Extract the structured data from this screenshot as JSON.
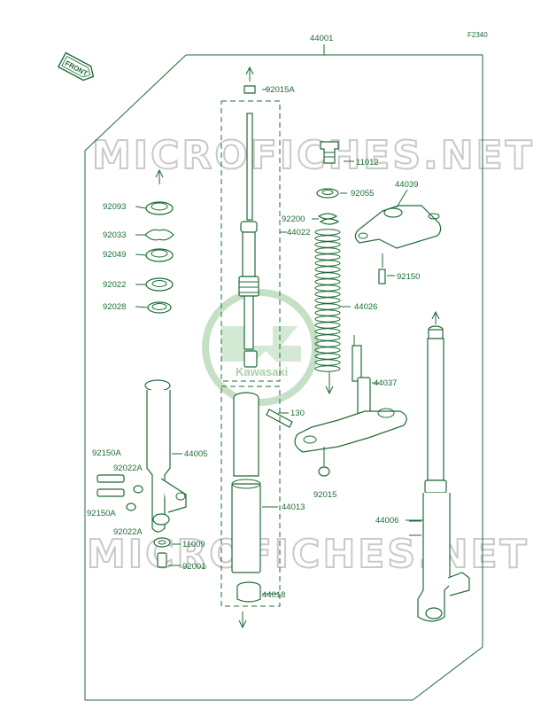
{
  "diagram": {
    "drawing_code": "F2340",
    "assembly_number": "44001",
    "front_label": "FRONT",
    "watermark_text": "MICROFICHES.NET",
    "logo_text": "Kawasaki",
    "line_color": "#1e6b35",
    "parts": {
      "p92015A": "92015A",
      "p92093": "92093",
      "p92033": "92033",
      "p92049": "92049",
      "p92022": "92022",
      "p92028": "92028",
      "p44022": "44022",
      "p11012": "11012",
      "p92055": "92055",
      "p44039": "44039",
      "p92200": "92200",
      "p92150": "92150",
      "p44026": "44026",
      "p44037": "44037",
      "p130": "130",
      "p44005": "44005",
      "p92150A_1": "92150A",
      "p92022A_1": "92022A",
      "p92150A_2": "92150A",
      "p92022A_2": "92022A",
      "p92015": "92015",
      "p44013": "44013",
      "p44006": "44006",
      "p11009": "11009",
      "p92001": "92001",
      "p44018": "44018"
    }
  }
}
